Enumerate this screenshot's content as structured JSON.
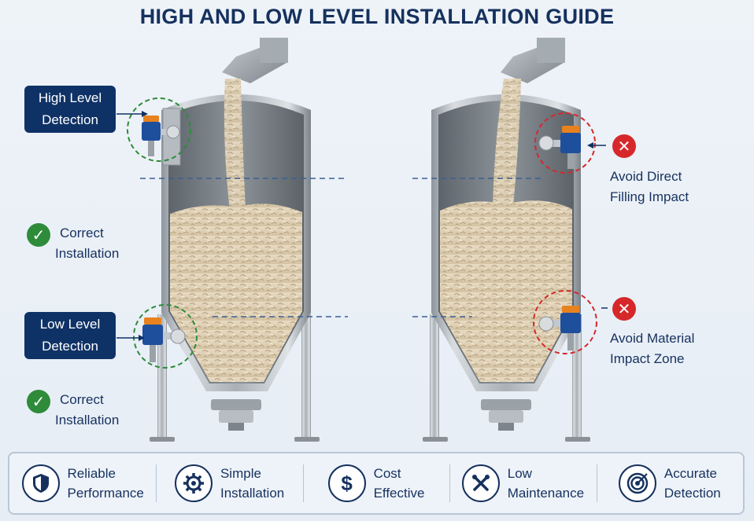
{
  "title": "HIGH AND LOW LEVEL INSTALLATION GUIDE",
  "left": {
    "high_tag": [
      "High Level",
      "Detection"
    ],
    "low_tag": [
      "Low Level",
      "Detection"
    ],
    "correct_1": [
      "Correct",
      "Installation"
    ],
    "correct_2": [
      "Correct",
      "Installation"
    ]
  },
  "right": {
    "avoid_1": [
      "Avoid Direct",
      "Filling Impact"
    ],
    "avoid_2": [
      "Avoid Material",
      "Impact Zone"
    ]
  },
  "features": [
    {
      "icon": "shield-icon",
      "line1": "Reliable",
      "line2": "Performance"
    },
    {
      "icon": "gear-icon",
      "line1": "Simple",
      "line2": "Installation"
    },
    {
      "icon": "dollar-icon",
      "line1": "Cost",
      "line2": "Effective"
    },
    {
      "icon": "wrench-icon",
      "line1": "Low",
      "line2": "Maintenance"
    },
    {
      "icon": "target-icon",
      "line1": "Accurate",
      "line2": "Detection"
    }
  ],
  "colors": {
    "navy": "#0f3266",
    "ok_green": "#2e8b3a",
    "bad_red": "#d6282b",
    "sensor_blue": "#1e4f9c",
    "sensor_orange": "#e8821e"
  }
}
